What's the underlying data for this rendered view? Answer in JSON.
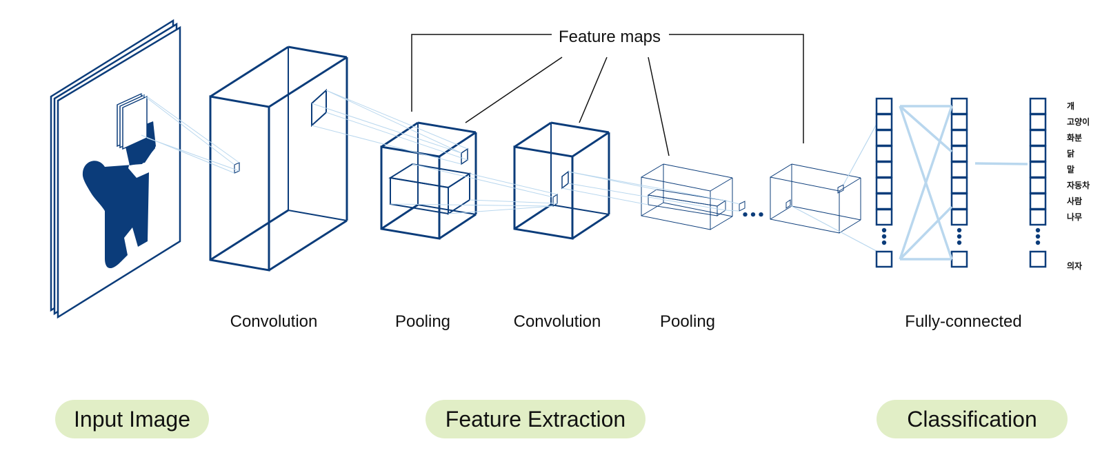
{
  "feature_maps_label": "Feature maps",
  "layers": [
    "Convolution",
    "Pooling",
    "Convolution",
    "Pooling",
    "Fully-connected"
  ],
  "ellipsis": "•••",
  "classes": [
    "개",
    "고양이",
    "화분",
    "닭",
    "말",
    "자동차",
    "사람",
    "나무",
    "의자"
  ],
  "stages": [
    "Input Image",
    "Feature Extraction",
    "Classification"
  ],
  "colors": {
    "dark": "#0b3c7a",
    "light": "#b9d7ee",
    "pill": "#e1eec6"
  }
}
